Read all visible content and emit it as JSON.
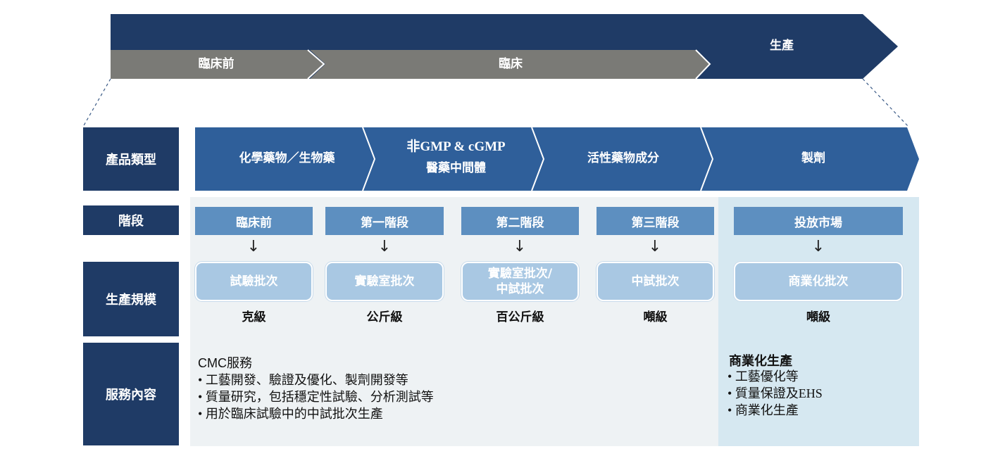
{
  "top_arrow": {
    "preclinical": "臨床前",
    "clinical": "臨床",
    "production": "生產"
  },
  "row_labels": {
    "product_type": "產品類型",
    "phase": "階段",
    "scale": "生產規模",
    "service": "服務內容"
  },
  "product_types": [
    "化學藥物／生物藥",
    "非GMP & cGMP",
    "醫藥中間體",
    "活性藥物成分",
    "製劑"
  ],
  "phases": [
    "臨床前",
    "第一階段",
    "第二階段",
    "第三階段",
    "投放市場"
  ],
  "arrow_glyph": "↓",
  "batches": [
    "試驗批次",
    "實驗室批次",
    "實驗室批次/",
    "中試批次",
    "中試批次",
    "商業化批次"
  ],
  "scales": [
    "克級",
    "公斤級",
    "百公斤級",
    "噸級",
    "噸級"
  ],
  "cmc": {
    "title": "CMC服務",
    "items": [
      "工藝開發、驗證及優化、製劑開發等",
      "質量研究，包括穩定性試驗、分析測試等",
      "用於臨床試驗中的中試批次生產"
    ]
  },
  "commercial": {
    "title": "商業化生產",
    "items": [
      "工藝優化等",
      "質量保證及EHS",
      "商業化生產"
    ]
  },
  "colors": {
    "navy": "#1f3b66",
    "gray": "#7a7a76",
    "chevron_blue": "#2f5f9a",
    "stage_blue": "#5d8fc0",
    "batch_blue": "#a9c8e3",
    "panel_light": "#eef2f4",
    "panel_commercial": "#d6e8f1"
  }
}
